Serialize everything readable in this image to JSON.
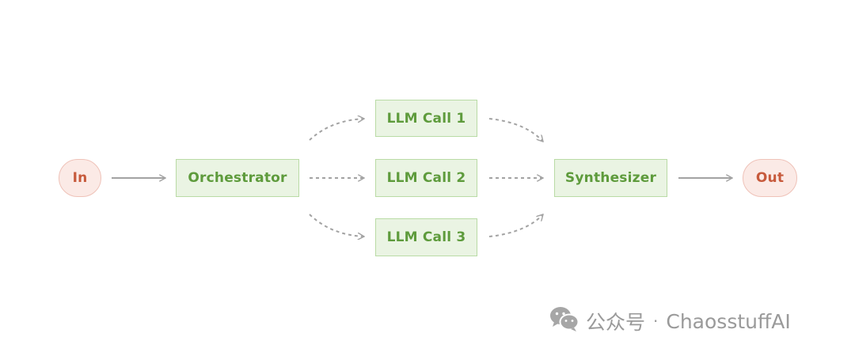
{
  "nodes": {
    "in": "In",
    "orchestrator": "Orchestrator",
    "llm_call_1": "LLM Call 1",
    "llm_call_2": "LLM Call 2",
    "llm_call_3": "LLM Call 3",
    "synthesizer": "Synthesizer",
    "out": "Out"
  },
  "watermark": {
    "platform": "公众号",
    "separator": "·",
    "account": "ChaosstuffAI",
    "icon": "wechat-icon"
  },
  "colors": {
    "terminal_fill": "#fbeae6",
    "terminal_text": "#c75a3c",
    "box_fill": "#eaf4e3",
    "box_text": "#5e9b3c",
    "arrow": "#a3a3a3"
  }
}
